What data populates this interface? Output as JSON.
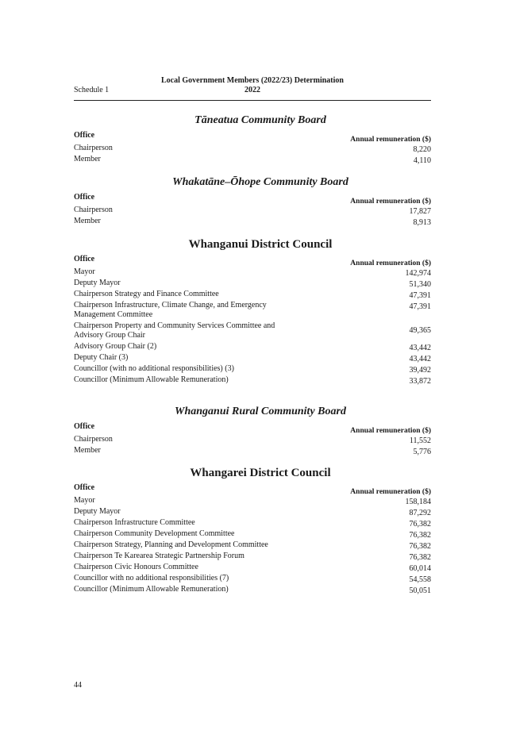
{
  "header": {
    "schedule": "Schedule 1",
    "title_line1": "Local Government Members (2022/23) Determination",
    "title_line2": "2022"
  },
  "sections": [
    {
      "title": "Tāneatua Community Board",
      "office_heading": "Office",
      "remuneration_heading": "Annual remuneration ($)",
      "rows": [
        {
          "office": "Chairperson",
          "amount": "8,220"
        },
        {
          "office": "Member",
          "amount": "4,110"
        }
      ]
    },
    {
      "title": "Whakatāne–Ōhope Community Board",
      "office_heading": "Office",
      "remuneration_heading": "Annual remuneration ($)",
      "rows": [
        {
          "office": "Chairperson",
          "amount": "17,827"
        },
        {
          "office": "Member",
          "amount": "8,913"
        }
      ]
    },
    {
      "title": "Whanganui District Council",
      "office_heading": "Office",
      "remuneration_heading": "Annual remuneration ($)",
      "rows": [
        {
          "office": "Mayor",
          "amount": "142,974"
        },
        {
          "office": "Deputy Mayor",
          "amount": "51,340"
        },
        {
          "office": "Chairperson Strategy and Finance Committee",
          "amount": "47,391"
        },
        {
          "office": "Chairperson Infrastructure, Climate Change, and Emergency Management Committee",
          "amount": "47,391"
        },
        {
          "office": "Chairperson Property and Community Services Committee and Advisory Group Chair",
          "amount": "49,365"
        },
        {
          "office": "Advisory Group Chair (2)",
          "amount": "43,442"
        },
        {
          "office": "Deputy Chair (3)",
          "amount": "43,442"
        },
        {
          "office": "Councillor (with no additional responsibilities) (3)",
          "amount": "39,492"
        },
        {
          "office": "Councillor (Minimum Allowable Remuneration)",
          "amount": "33,872"
        }
      ]
    },
    {
      "title": "Whanganui Rural Community Board",
      "office_heading": "Office",
      "remuneration_heading": "Annual remuneration ($)",
      "rows": [
        {
          "office": "Chairperson",
          "amount": "11,552"
        },
        {
          "office": "Member",
          "amount": "5,776"
        }
      ]
    },
    {
      "title": "Whangarei District Council",
      "office_heading": "Office",
      "remuneration_heading": "Annual remuneration ($)",
      "rows": [
        {
          "office": "Mayor",
          "amount": "158,184"
        },
        {
          "office": "Deputy Mayor",
          "amount": "87,292"
        },
        {
          "office": "Chairperson Infrastructure Committee",
          "amount": "76,382"
        },
        {
          "office": "Chairperson Community Development Committee",
          "amount": "76,382"
        },
        {
          "office": "Chairperson Strategy, Planning and Development Committee",
          "amount": "76,382"
        },
        {
          "office": "Chairperson Te Karearea Strategic Partnership Forum",
          "amount": "76,382"
        },
        {
          "office": "Chairperson Civic Honours Committee",
          "amount": "60,014"
        },
        {
          "office": "Councillor with no additional responsibilities (7)",
          "amount": "54,558"
        },
        {
          "office": "Councillor (Minimum Allowable Remuneration)",
          "amount": "50,051"
        }
      ]
    }
  ],
  "page_number": "44"
}
